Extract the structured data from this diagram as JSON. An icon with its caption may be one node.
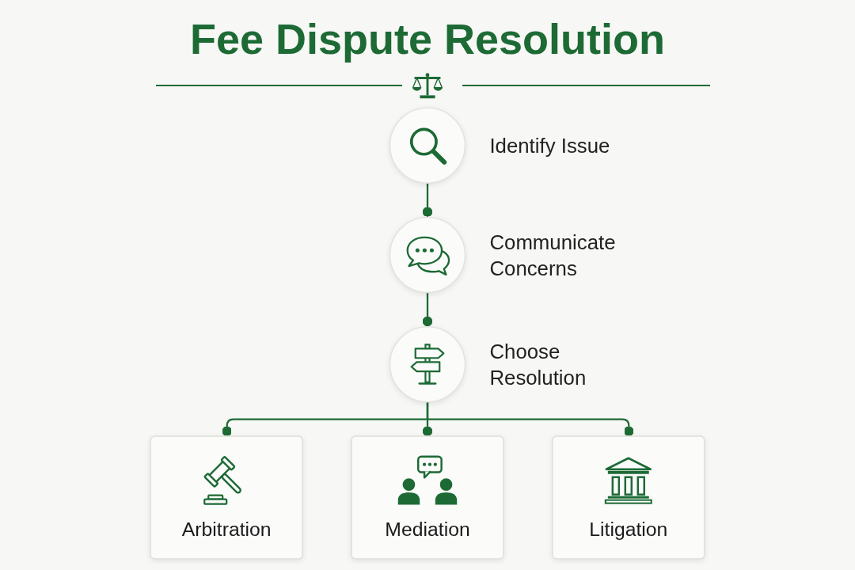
{
  "diagram": {
    "title": "Fee Dispute Resolution",
    "nodes": [
      {
        "text": [],
        "shape": "circle",
        "beside": [
          "Identify Issue"
        ]
      },
      {
        "text": [],
        "shape": "circle",
        "beside": [
          "Communicate Concerns"
        ]
      },
      {
        "text": [],
        "shape": "circle",
        "beside": [
          "Choose Resolution"
        ]
      },
      {
        "text": [
          "Arbitration"
        ]
      },
      {
        "text": [
          "Mediation"
        ]
      },
      {
        "text": [
          "Litigation"
        ]
      }
    ],
    "edges": [
      {
        "from": 0,
        "to": 1,
        "arrow": "other"
      },
      {
        "from": 1,
        "to": 2,
        "arrow": "other"
      },
      {
        "from": 2,
        "to": 3,
        "arrow": "other"
      },
      {
        "from": 2,
        "to": 4,
        "arrow": "other"
      },
      {
        "from": 2,
        "to": 5,
        "arrow": "other"
      }
    ]
  }
}
